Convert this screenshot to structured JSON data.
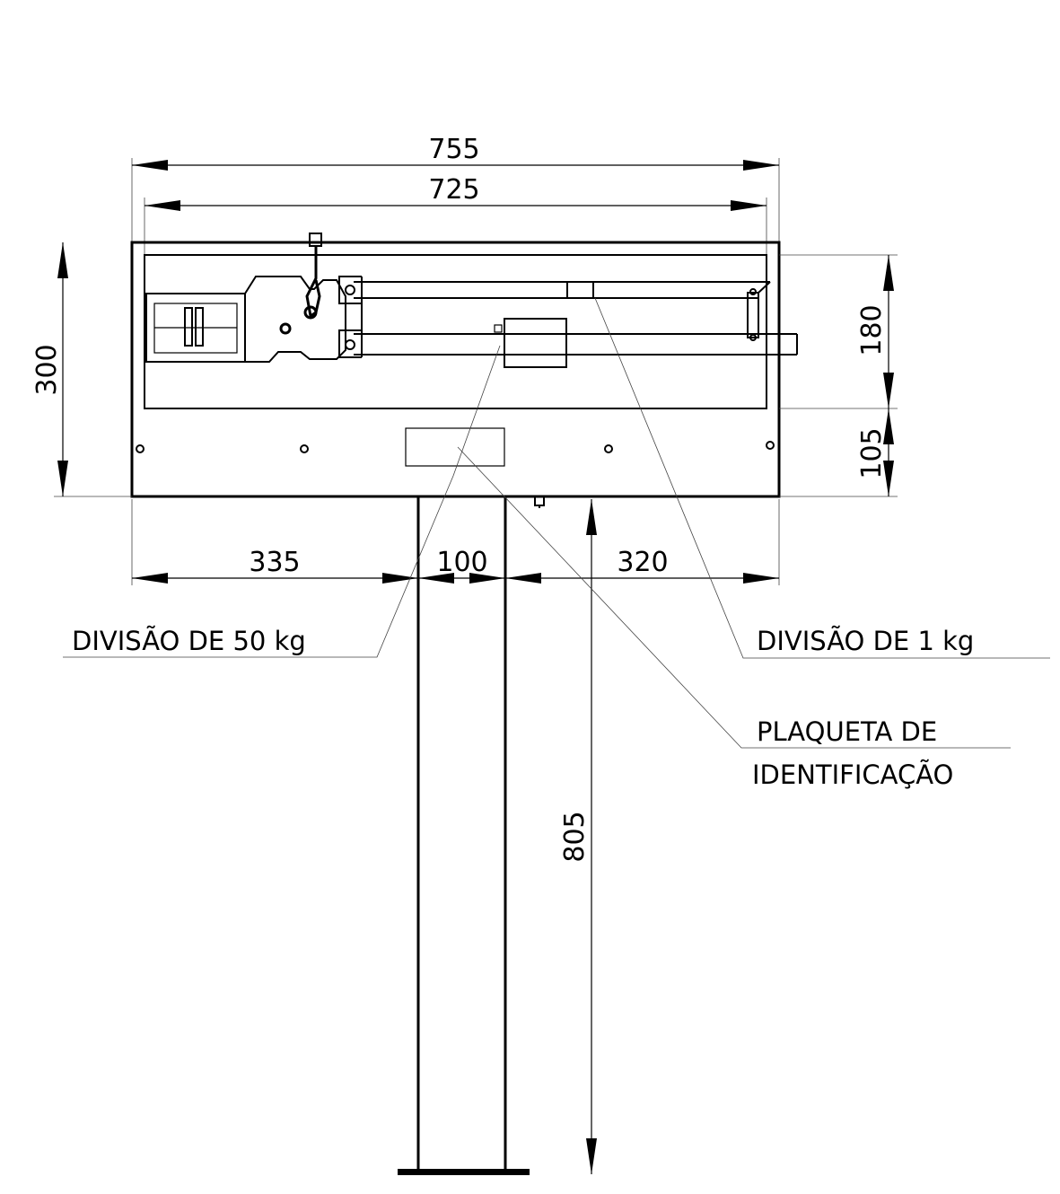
{
  "dimensions": {
    "overall_width": "755",
    "inner_width": "725",
    "height_total": "300",
    "height_upper": "180",
    "height_lower": "105",
    "left_offset": "335",
    "column_width": "100",
    "right_offset": "320",
    "column_height": "805"
  },
  "labels": {
    "division_50": "DIVISÃO DE 50 kg",
    "division_1": "DIVISÃO DE 1 kg",
    "plate_line1": "PLAQUETA DE",
    "plate_line2": "IDENTIFICAÇÃO"
  }
}
